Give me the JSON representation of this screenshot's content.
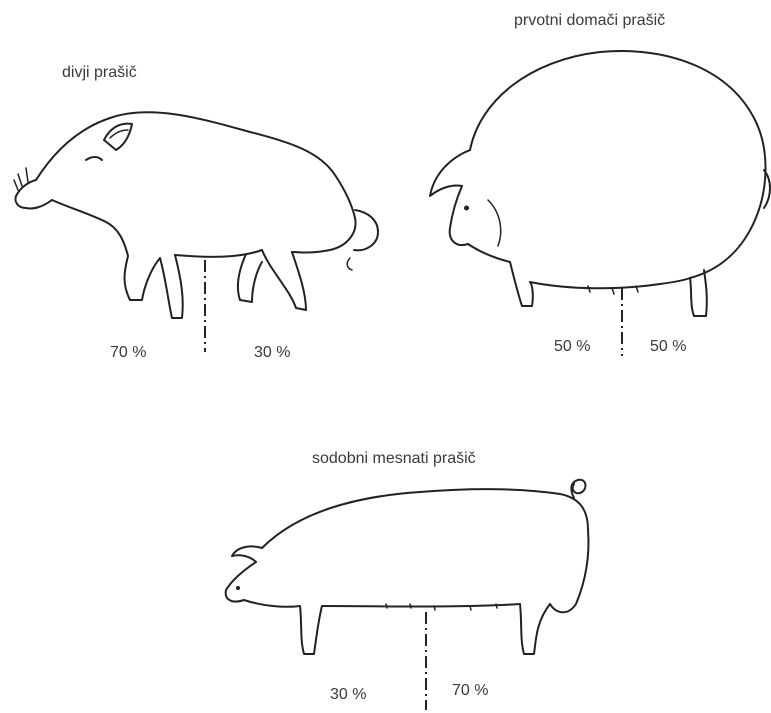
{
  "figures": {
    "wild_boar": {
      "title": "divji prašič",
      "front_share": "70 %",
      "rear_share": "30 %"
    },
    "primitive_domestic_pig": {
      "title": "prvotni domači prašič",
      "front_share": "50 %",
      "rear_share": "50 %"
    },
    "modern_meat_pig": {
      "title": "sodobni mesnati prašič",
      "front_share": "30 %",
      "rear_share": "70 %"
    }
  }
}
